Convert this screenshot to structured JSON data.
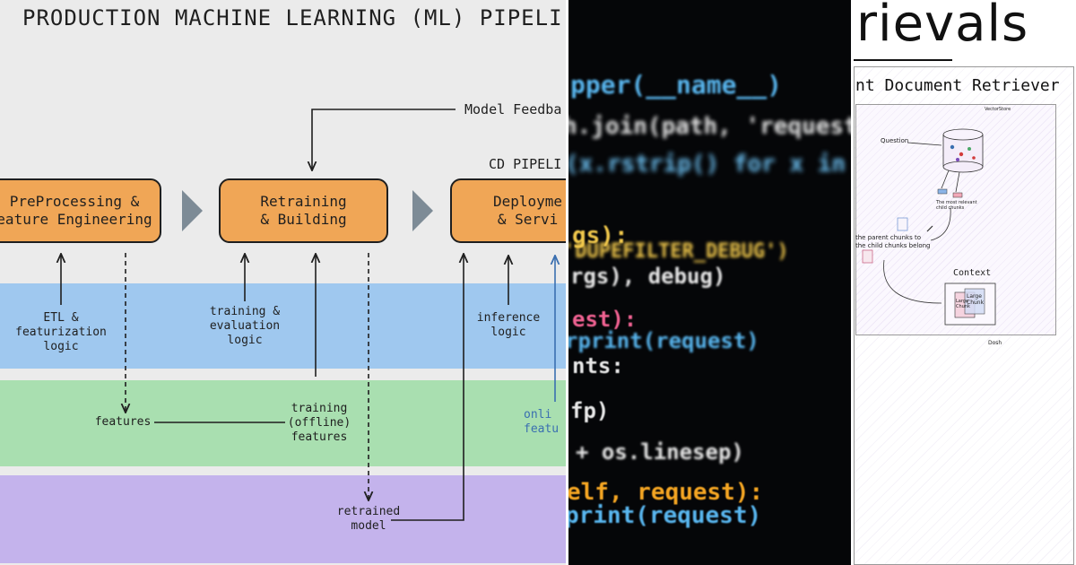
{
  "ml_pipeline": {
    "title": "PRODUCTION MACHINE LEARNING (ML) PIPELI",
    "feedback_label": "Model Feedba",
    "cd_label": "CD PIPELI",
    "nodes": [
      {
        "id": "preprocessing",
        "label": "PreProcessing &\neature Engineering"
      },
      {
        "id": "retraining",
        "label": "Retraining\n& Building"
      },
      {
        "id": "deployment",
        "label": "Deployme\n& Servi"
      }
    ],
    "annotations": {
      "etl": "ETL &\nfeaturization\nlogic",
      "training_eval": "training &\nevaluation\nlogic",
      "inference": "inference\nlogic",
      "features": "features",
      "training_features": "training\n(offline)\nfeatures",
      "online_features": "onli\nfeatu",
      "retrained_model": "retrained\nmodel"
    },
    "colors": {
      "background": "#ebebeb",
      "node_fill": "#f0a656",
      "band_blue": "#9fc8ef",
      "band_green": "#a9dfb0",
      "band_purple": "#c4b3ec",
      "chevron": "#7d8b96",
      "online_arrow": "#3a6fb0"
    }
  },
  "code_photo": {
    "lines": [
      {
        "text": "pper(__name__)",
        "color": "#59b7f0"
      },
      {
        "text": "h.join(path, 'requests.seen')",
        "color": "#e8e8e8"
      },
      {
        "text": "(x.rstrip() for x in self.fi",
        "color": "#6ec3f5"
      },
      {
        "text": "gs):",
        "color": "#f2c94c"
      },
      {
        "text": "'DUPEFILTER_DEBUG')",
        "color": "#f2c94c"
      },
      {
        "text": "rgs), debug)",
        "color": "#e8e8e8"
      },
      {
        "text": "est):",
        "color": "#f06292"
      },
      {
        "text": "rprint(request)",
        "color": "#59b7f0"
      },
      {
        "text": "nts:",
        "color": "#e8e8e8"
      },
      {
        "text": "fp)",
        "color": "#e8e8e8"
      },
      {
        "text": "+ os.linesep)",
        "color": "#e8e8e8"
      },
      {
        "text": "elf, request):",
        "color": "#f5a623"
      },
      {
        "text": "print(request)",
        "color": "#59b7f0"
      }
    ]
  },
  "retrievals": {
    "title": "rievals",
    "subtitle": "nt Document Retriever",
    "labels": {
      "vectorstore": "VectorStore",
      "question": "Question",
      "most_relevant": "The most relevant\nchild chunks",
      "parent_chunks": "the parent chunks to\nthe child chunks belong",
      "context": "Context",
      "large_chunk_1": "Large\nChunk",
      "large_chunk_2": "Large\nChunk",
      "signature": "Dosh"
    }
  }
}
